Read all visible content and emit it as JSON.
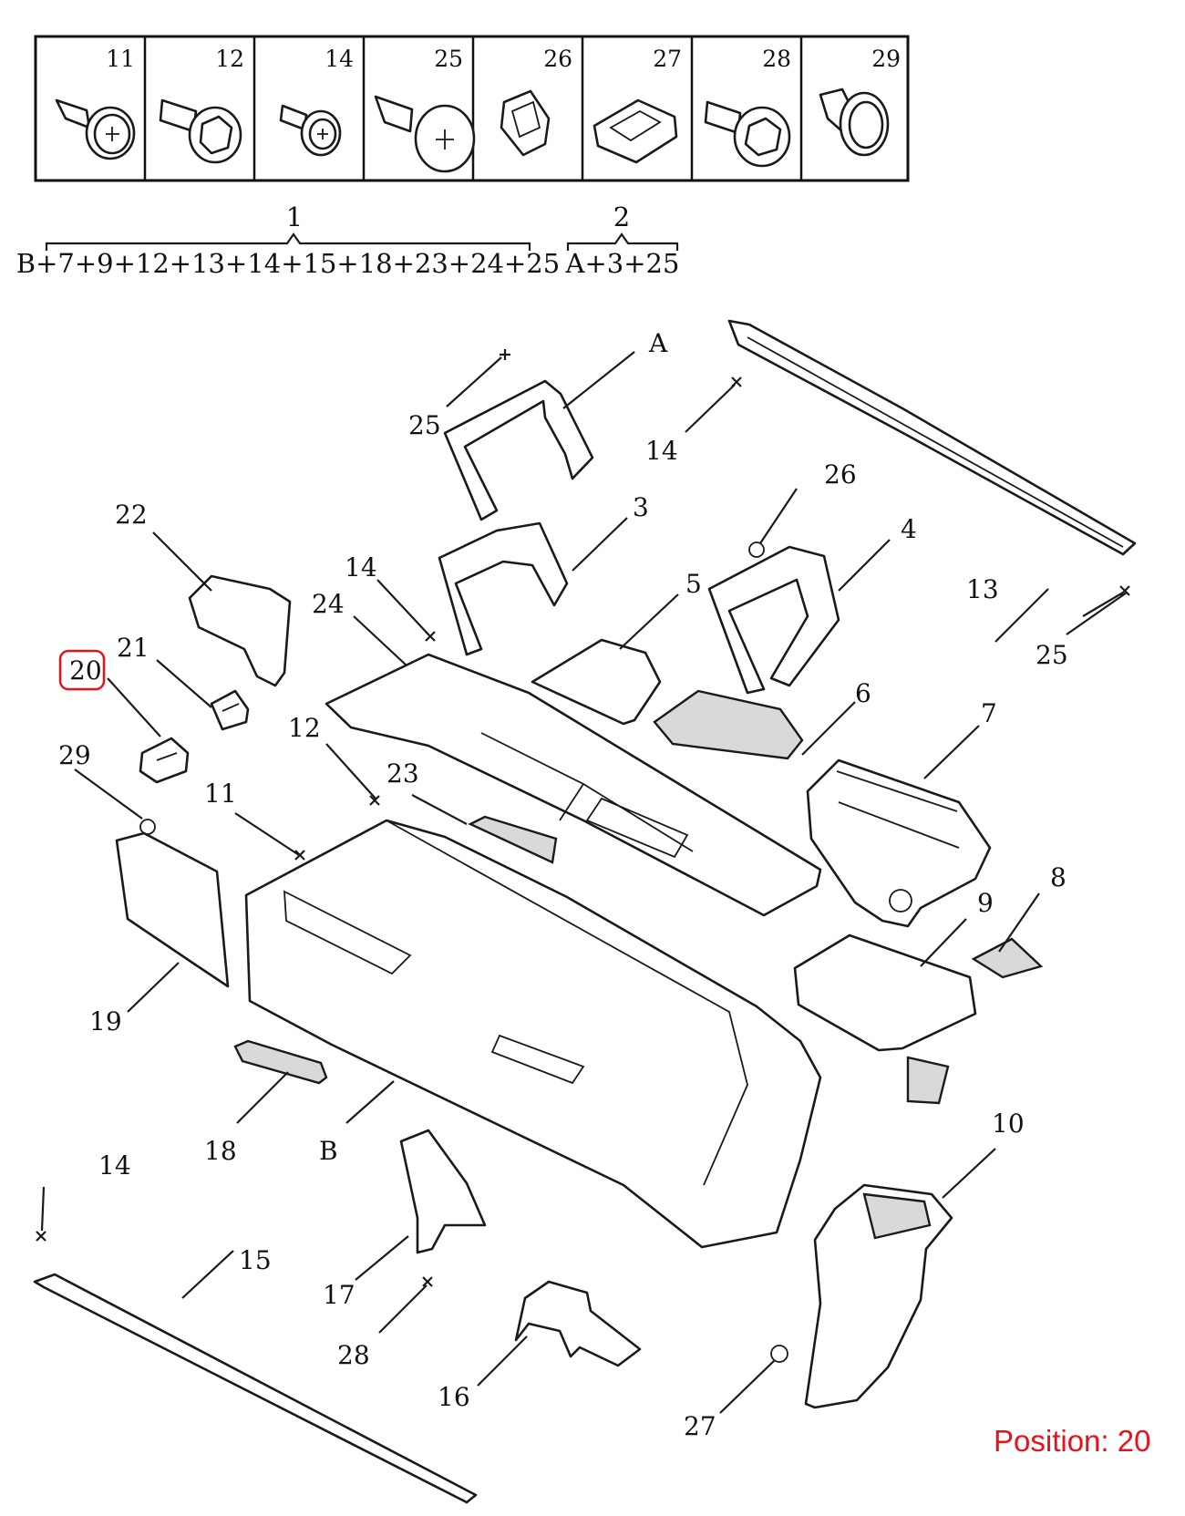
{
  "fastener_table": [
    {
      "number": "11",
      "icon": "screw-icon"
    },
    {
      "number": "12",
      "icon": "hex-bolt-icon"
    },
    {
      "number": "14",
      "icon": "small-screw-icon"
    },
    {
      "number": "25",
      "icon": "tapping-screw-icon"
    },
    {
      "number": "26",
      "icon": "clip-nut-icon"
    },
    {
      "number": "27",
      "icon": "spring-clip-icon"
    },
    {
      "number": "28",
      "icon": "flange-bolt-icon"
    },
    {
      "number": "29",
      "icon": "push-rivet-icon"
    }
  ],
  "kits": [
    {
      "number": "1",
      "contents": "B+7+9+12+13+14+15+18+23+24+25"
    },
    {
      "number": "2",
      "contents": "A+3+25"
    }
  ],
  "callouts": {
    "A": "A",
    "B": "B",
    "n3": "3",
    "n4": "4",
    "n5": "5",
    "n6": "6",
    "n7": "7",
    "n8": "8",
    "n9": "9",
    "n10": "10",
    "n11": "11",
    "n12": "12",
    "n13": "13",
    "n14a": "14",
    "n14b": "14",
    "n14c": "14",
    "n15": "15",
    "n16": "16",
    "n17": "17",
    "n18": "18",
    "n19": "19",
    "n20": "20",
    "n21": "21",
    "n22": "22",
    "n23": "23",
    "n24": "24",
    "n25a": "25",
    "n25b": "25",
    "n26": "26",
    "n27": "27",
    "n28": "28",
    "n29": "29"
  },
  "highlight": {
    "label": "Position: 20",
    "color": "#e8121b",
    "highlighted_callout": "20"
  }
}
